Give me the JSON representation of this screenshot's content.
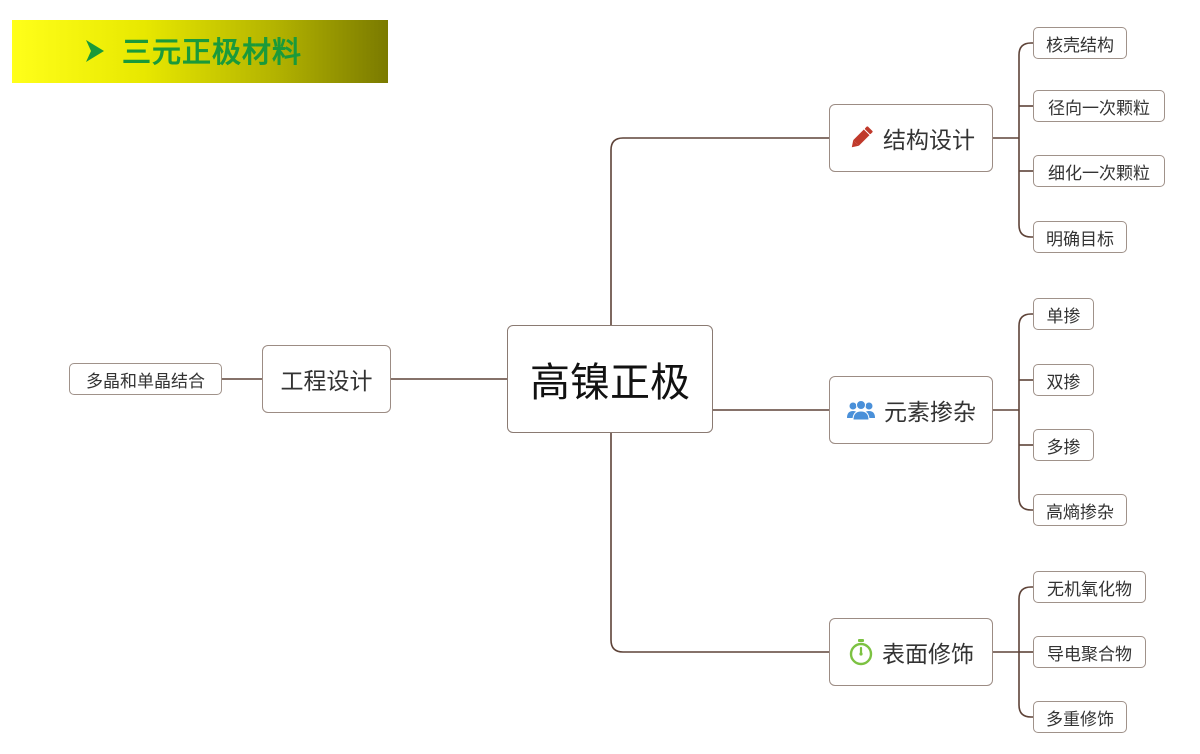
{
  "title": {
    "text": "三元正极材料",
    "arrow_color": "#1a9a3a"
  },
  "root": {
    "label": "高镍正极"
  },
  "branches": {
    "structure": {
      "label": "结构设计",
      "icon": "pencil-icon",
      "children": [
        "核壳结构",
        "径向一次颗粒",
        "细化一次颗粒",
        "明确目标"
      ]
    },
    "doping": {
      "label": "元素掺杂",
      "icon": "people-icon",
      "children": [
        "单掺",
        "双掺",
        "多掺",
        "高熵掺杂"
      ]
    },
    "surface": {
      "label": "表面修饰",
      "icon": "stopwatch-icon",
      "children": [
        "无机氧化物",
        "导电聚合物",
        "多重修饰"
      ]
    },
    "engineering": {
      "label": "工程设计",
      "children": [
        "多晶和单晶结合"
      ]
    }
  },
  "colors": {
    "connector": "#5e4338",
    "banner_start": "#ffff1a",
    "banner_end": "#7a7a00",
    "pencil": "#c0392b",
    "people": "#4a90d9",
    "stopwatch": "#7cc242"
  }
}
